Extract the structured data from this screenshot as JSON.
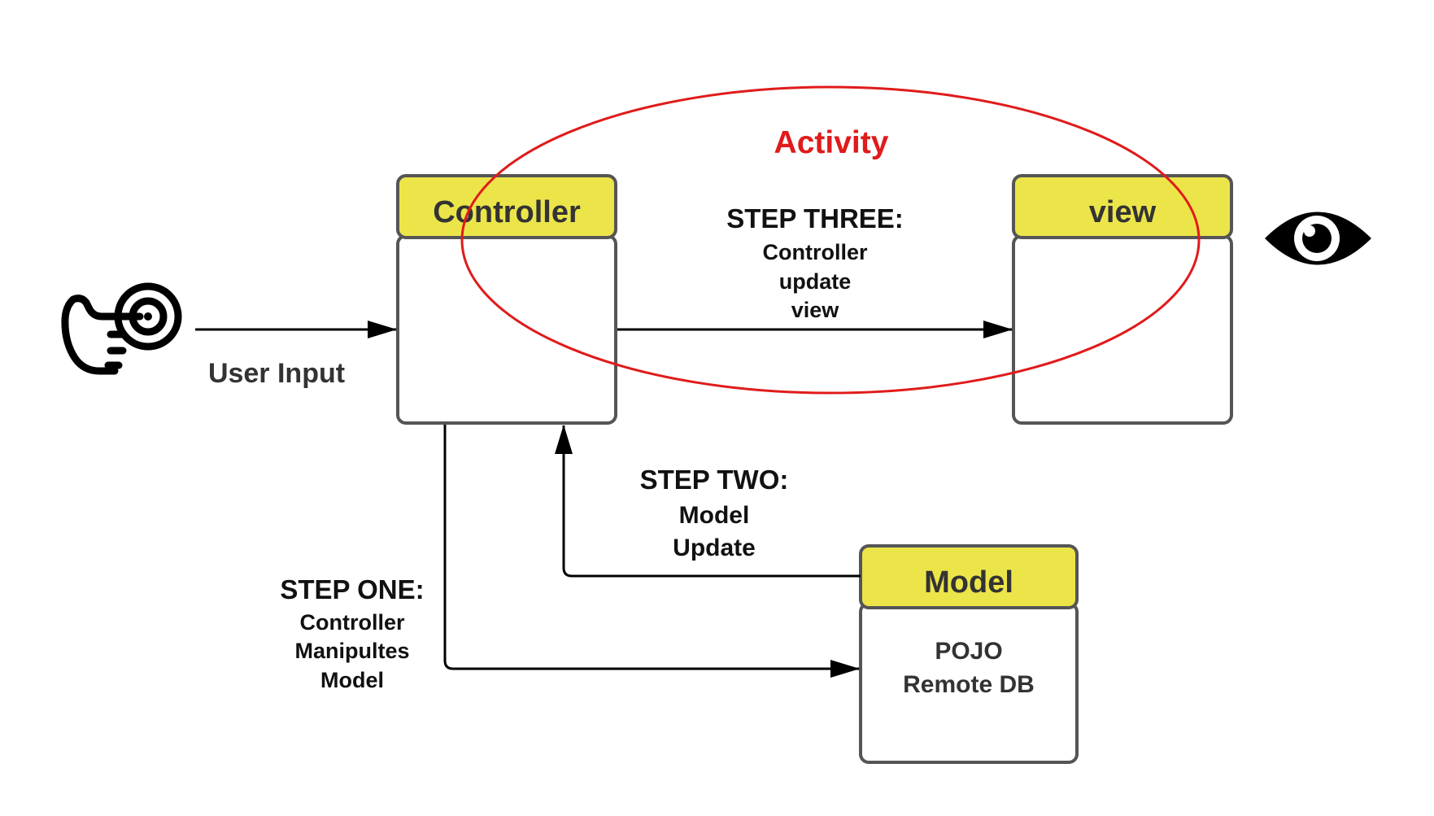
{
  "colors": {
    "box_header_fill": "#ece54a",
    "box_border": "#555555",
    "activity_red": "#e01b1b",
    "arrow": "#000000"
  },
  "boxes": {
    "controller": {
      "title": "Controller"
    },
    "view": {
      "title": "view"
    },
    "model": {
      "title": "Model",
      "body_lines": [
        "POJO",
        "Remote DB"
      ]
    }
  },
  "activity": {
    "label": "Activity"
  },
  "user_input": {
    "label": "User Input"
  },
  "steps": {
    "one": {
      "heading": "STEP ONE:",
      "lines": [
        "Controller",
        "Manipultes",
        "Model"
      ]
    },
    "two": {
      "heading": "STEP TWO:",
      "lines": [
        "Model",
        "Update"
      ]
    },
    "three": {
      "heading": "STEP THREE:",
      "lines": [
        "Controller",
        "update",
        "view"
      ]
    }
  },
  "icons": {
    "user": "pointing-hand-touch-icon",
    "viewer": "eye-icon"
  }
}
